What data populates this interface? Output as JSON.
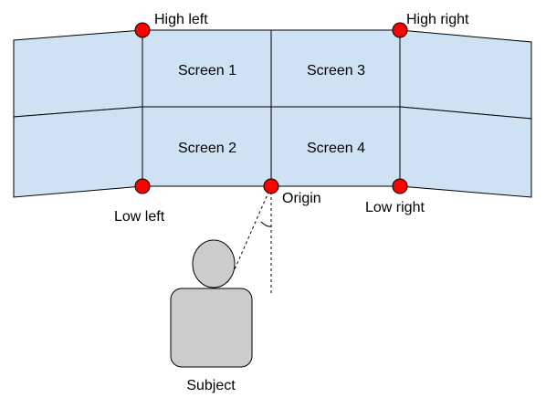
{
  "screens": [
    {
      "label": "Screen 1"
    },
    {
      "label": "Screen 2"
    },
    {
      "label": "Screen 3"
    },
    {
      "label": "Screen 4"
    }
  ],
  "points": {
    "high_left": "High left",
    "high_right": "High right",
    "low_left": "Low left",
    "low_right": "Low right",
    "origin": "Origin"
  },
  "subject": "Subject",
  "colors": {
    "screen_fill": "#cfe2f3",
    "marker": "#ff0000",
    "subject_fill": "#cccccc"
  }
}
